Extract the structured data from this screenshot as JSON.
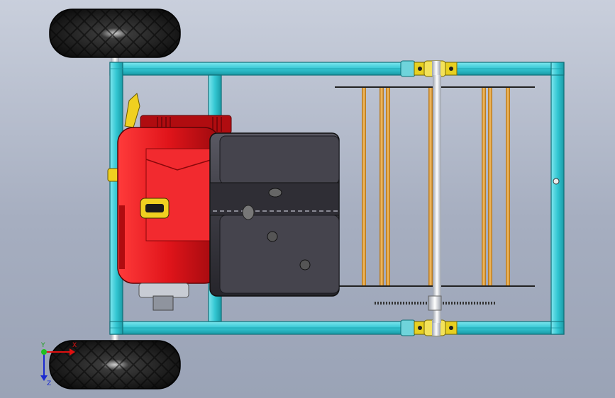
{
  "viewport": {
    "background_top": "#c9cfdc",
    "background_bottom": "#9aa3b6"
  },
  "colors": {
    "frame": "#33c7d3",
    "frame_edge": "#0f6f77",
    "engine_red": "#e0141a",
    "engine_dark": "#3b3a42",
    "roller_gold": "#e8a43a",
    "bracket_yellow": "#e8d020",
    "tire": "#1a1a1a"
  },
  "triad": {
    "x_label": "X",
    "y_label": "Y",
    "z_label": "Z"
  }
}
